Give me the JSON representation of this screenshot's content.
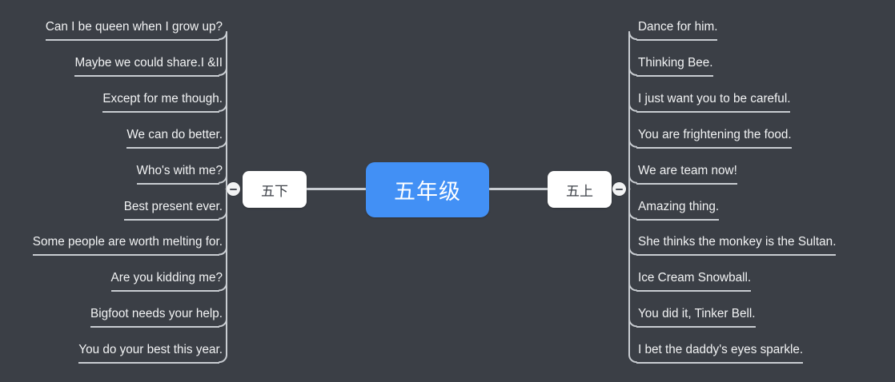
{
  "theme": {
    "background": "#3b3f46",
    "root_fill": "#4290f5",
    "root_text": "#ffffff",
    "branch_fill": "#ffffff",
    "branch_text": "#3b3f46",
    "leaf_text": "#f2f3f4",
    "line_color": "#c9cdd2"
  },
  "mindmap": {
    "root": {
      "label": "五年级"
    },
    "left_branch": {
      "label": "五下",
      "toggle": {
        "name": "collapse-toggle-left",
        "glyph": "minus-icon"
      },
      "children": [
        {
          "label": "Can I be queen when I grow up?"
        },
        {
          "label": "Maybe we could share.I &II"
        },
        {
          "label": "Except for me though."
        },
        {
          "label": "We can do better."
        },
        {
          "label": "Who's with me?"
        },
        {
          "label": "Best present ever."
        },
        {
          "label": "Some people are worth melting for."
        },
        {
          "label": "Are you kidding me?"
        },
        {
          "label": "Bigfoot needs your help."
        },
        {
          "label": "You do your best this year."
        }
      ]
    },
    "right_branch": {
      "label": "五上",
      "toggle": {
        "name": "collapse-toggle-right",
        "glyph": "minus-icon"
      },
      "children": [
        {
          "label": "Dance for him."
        },
        {
          "label": "Thinking Bee."
        },
        {
          "label": "I just want you to be careful."
        },
        {
          "label": "You are frightening the food."
        },
        {
          "label": "We are team now!"
        },
        {
          "label": "Amazing thing."
        },
        {
          "label": "She thinks the monkey is the Sultan."
        },
        {
          "label": "Ice Cream Snowball."
        },
        {
          "label": "You did it, Tinker Bell."
        },
        {
          "label": "I bet the daddy's eyes sparkle."
        }
      ]
    }
  }
}
